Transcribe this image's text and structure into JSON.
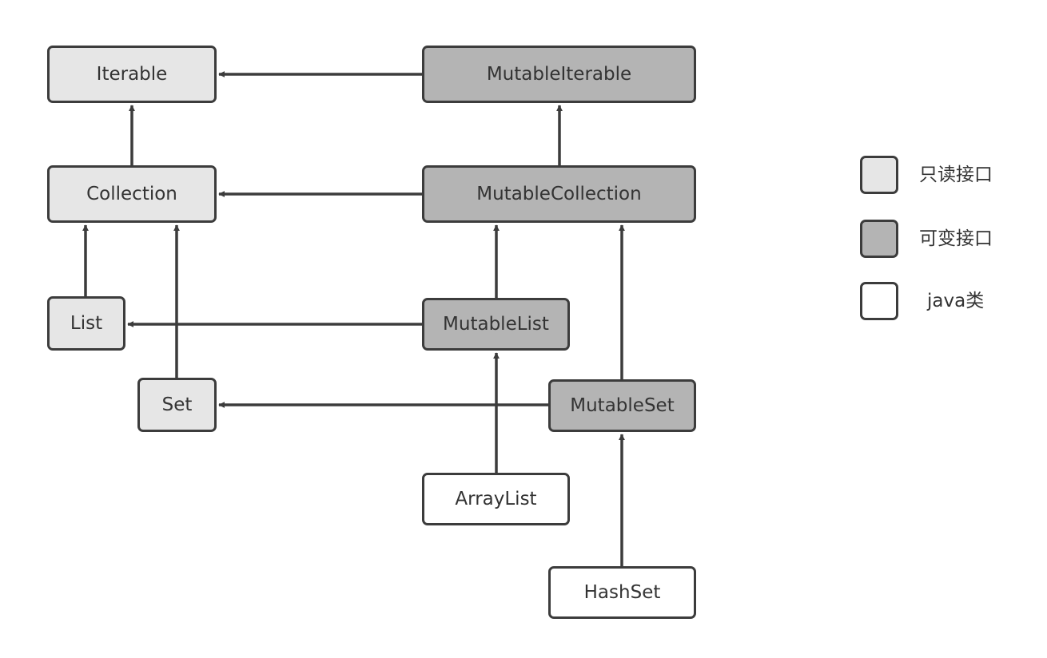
{
  "nodes": {
    "iterable": "Iterable",
    "mutable_iterable": "MutableIterable",
    "collection": "Collection",
    "mutable_collection": "MutableCollection",
    "list": "List",
    "mutable_list": "MutableList",
    "set": "Set",
    "mutable_set": "MutableSet",
    "arraylist": "ArrayList",
    "hashset": "HashSet"
  },
  "edges": [
    {
      "from": "MutableIterable",
      "to": "Iterable"
    },
    {
      "from": "Collection",
      "to": "Iterable"
    },
    {
      "from": "MutableCollection",
      "to": "MutableIterable"
    },
    {
      "from": "MutableCollection",
      "to": "Collection"
    },
    {
      "from": "List",
      "to": "Collection"
    },
    {
      "from": "Set",
      "to": "Collection"
    },
    {
      "from": "MutableList",
      "to": "MutableCollection"
    },
    {
      "from": "MutableSet",
      "to": "MutableCollection"
    },
    {
      "from": "MutableList",
      "to": "List"
    },
    {
      "from": "MutableSet",
      "to": "Set"
    },
    {
      "from": "ArrayList",
      "to": "MutableList"
    },
    {
      "from": "HashSet",
      "to": "MutableSet"
    }
  ],
  "legend": {
    "readonly": "只读接口",
    "mutable": "可变接口",
    "java": "java类"
  },
  "colors": {
    "readonly_fill": "#e6e6e6",
    "mutable_fill": "#b4b4b4",
    "java_fill": "#ffffff",
    "stroke": "#3c3c3c"
  }
}
